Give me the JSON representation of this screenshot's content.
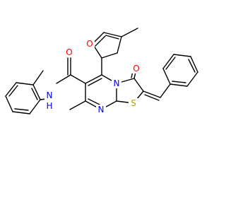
{
  "colors": {
    "carbon": "#000000",
    "oxygen": "#ff0000",
    "nitrogen": "#0000ff",
    "sulfur": "#b8a000",
    "background": "#ffffff"
  },
  "atoms": {
    "furan_o": "O",
    "carbonyl_o_top": "O",
    "carbonyl_o_amide": "O",
    "ring_n": "N",
    "ring_n_lower": "N",
    "amide_n": "N",
    "amide_h": "H",
    "sulfur": "S"
  }
}
